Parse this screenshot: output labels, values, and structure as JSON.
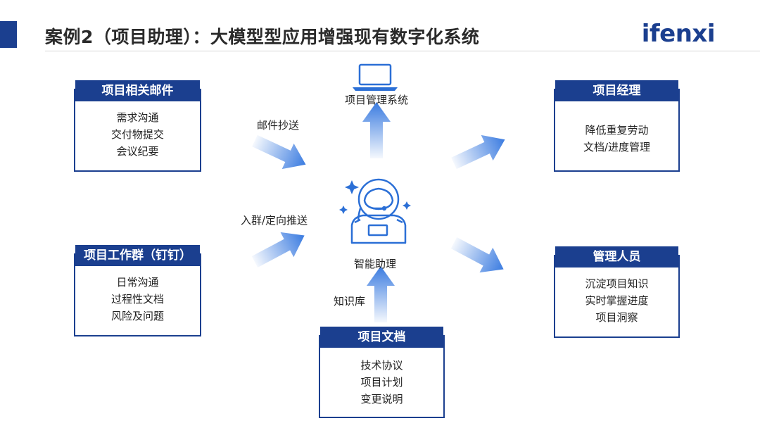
{
  "header": {
    "title": "案例2（项目助理）：大模型型应用增强现有数字化系统",
    "logo": "ifenxi"
  },
  "center": {
    "label": "智能助理"
  },
  "system": {
    "label": "项目管理系统"
  },
  "edges": {
    "email_cc": "邮件抄送",
    "group_push": "入群/定向推送",
    "knowledge": "知识库"
  },
  "cards": {
    "emails": {
      "title": "项目相关邮件",
      "items": [
        "需求沟通",
        "交付物提交",
        "会议纪要"
      ]
    },
    "group": {
      "title": "项目工作群（钉钉）",
      "items": [
        "日常沟通",
        "过程性文档",
        "风险及问题"
      ]
    },
    "manager": {
      "title": "项目经理",
      "items": [
        "降低重复劳动",
        "文档/进度管理"
      ]
    },
    "admin": {
      "title": "管理人员",
      "items": [
        "沉淀项目知识",
        "实时掌握进度",
        "项目洞察"
      ]
    },
    "docs": {
      "title": "项目文档",
      "items": [
        "技术协议",
        "项目计划",
        "变更说明"
      ]
    }
  },
  "colors": {
    "primary": "#1b3f8f",
    "arrow": "#3a7be0"
  }
}
